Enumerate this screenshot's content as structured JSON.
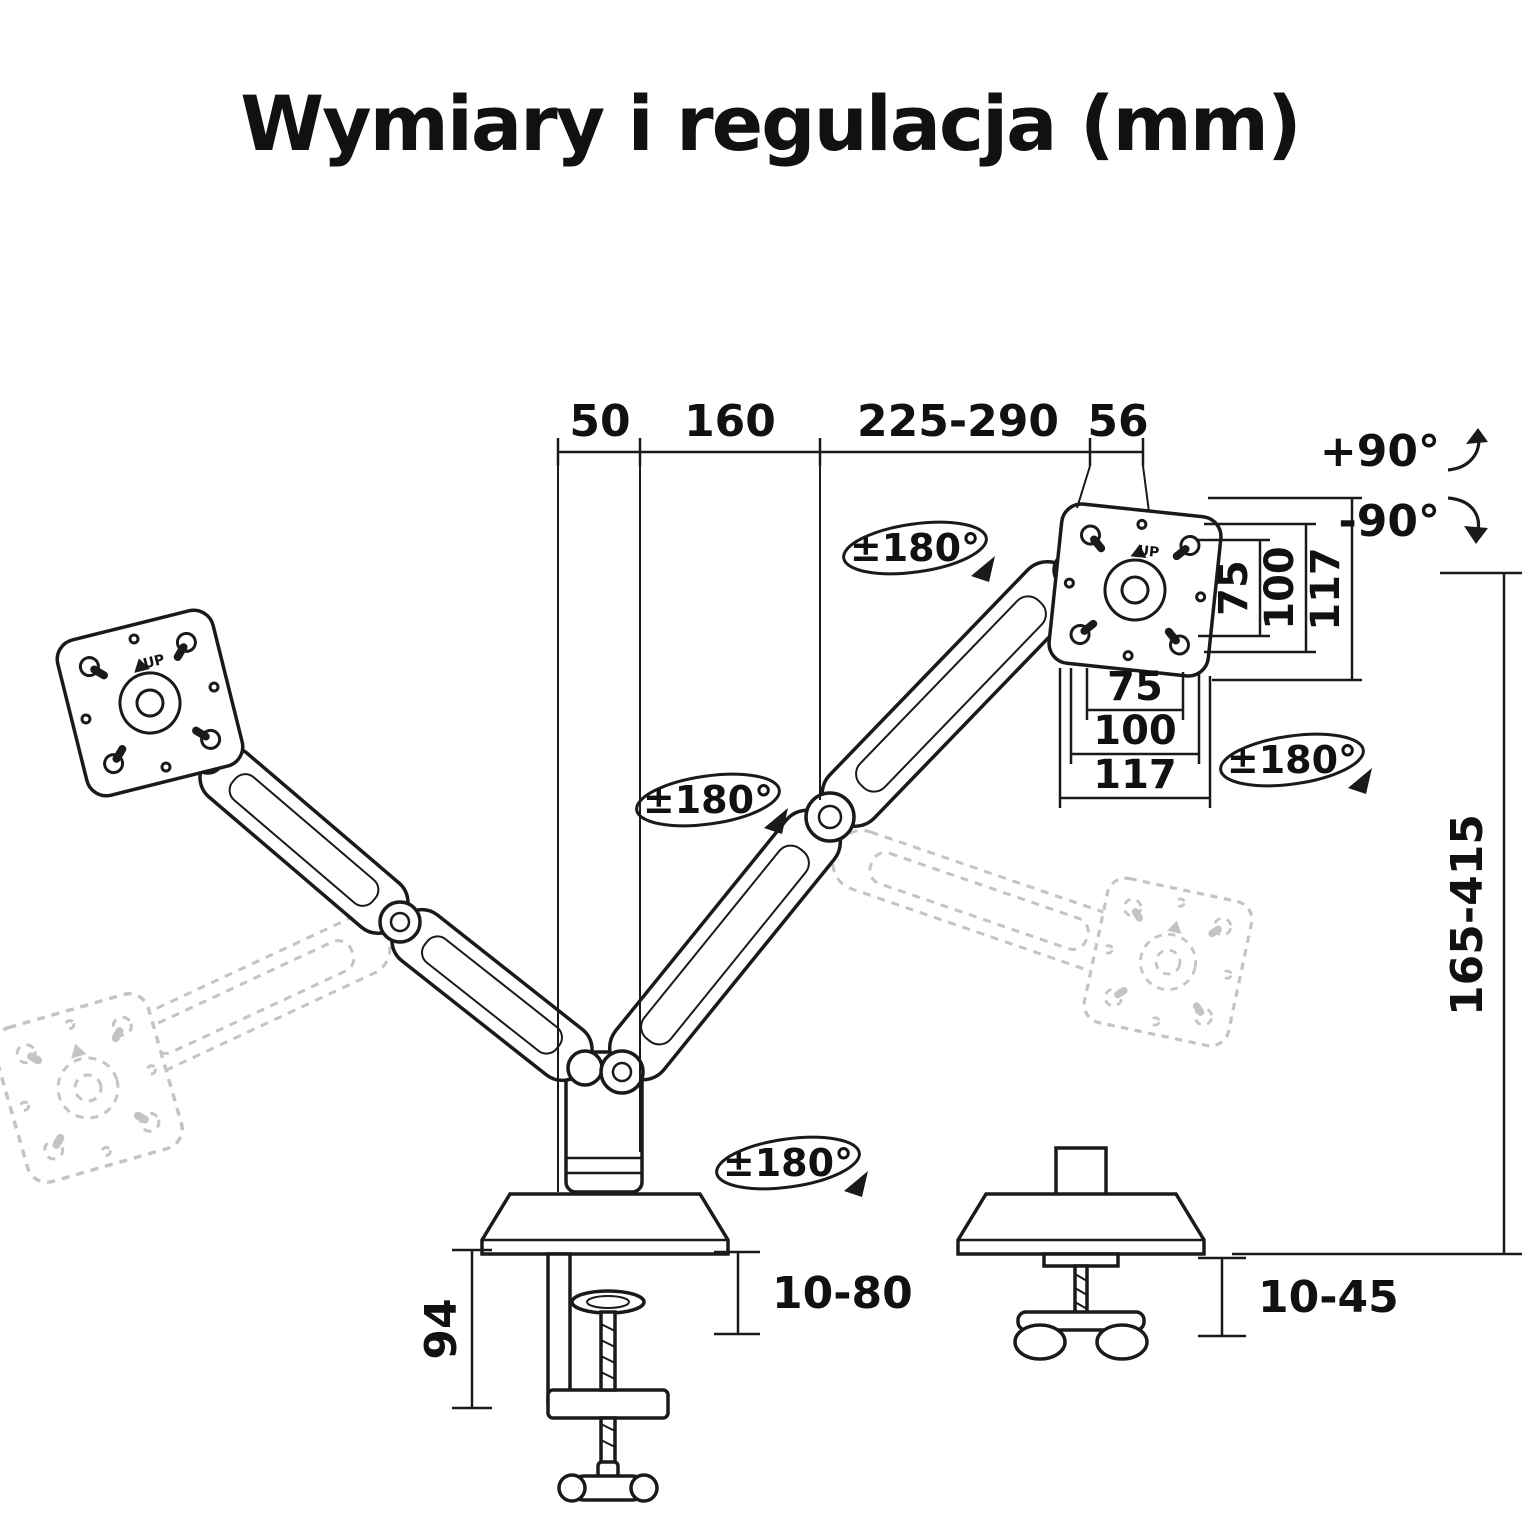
{
  "title": "Wymiary i regulacja (mm)",
  "plate_marking": "UP",
  "dims": {
    "d50": "50",
    "d160": "160",
    "d225": "225-290",
    "d56": "56",
    "tilt_up": "+90°",
    "tilt_down": "-90°",
    "rot": "±180°",
    "v75": "75",
    "v100": "100",
    "v117": "117",
    "h75": "75",
    "h100": "100",
    "h117": "117",
    "height": "165-415",
    "clamp_h": "94",
    "clamp_t": "10-80",
    "grommet_t": "10-45"
  },
  "colors": {
    "ink": "#1a1a1a",
    "ghost": "#c4c4c4",
    "background": "#ffffff"
  }
}
